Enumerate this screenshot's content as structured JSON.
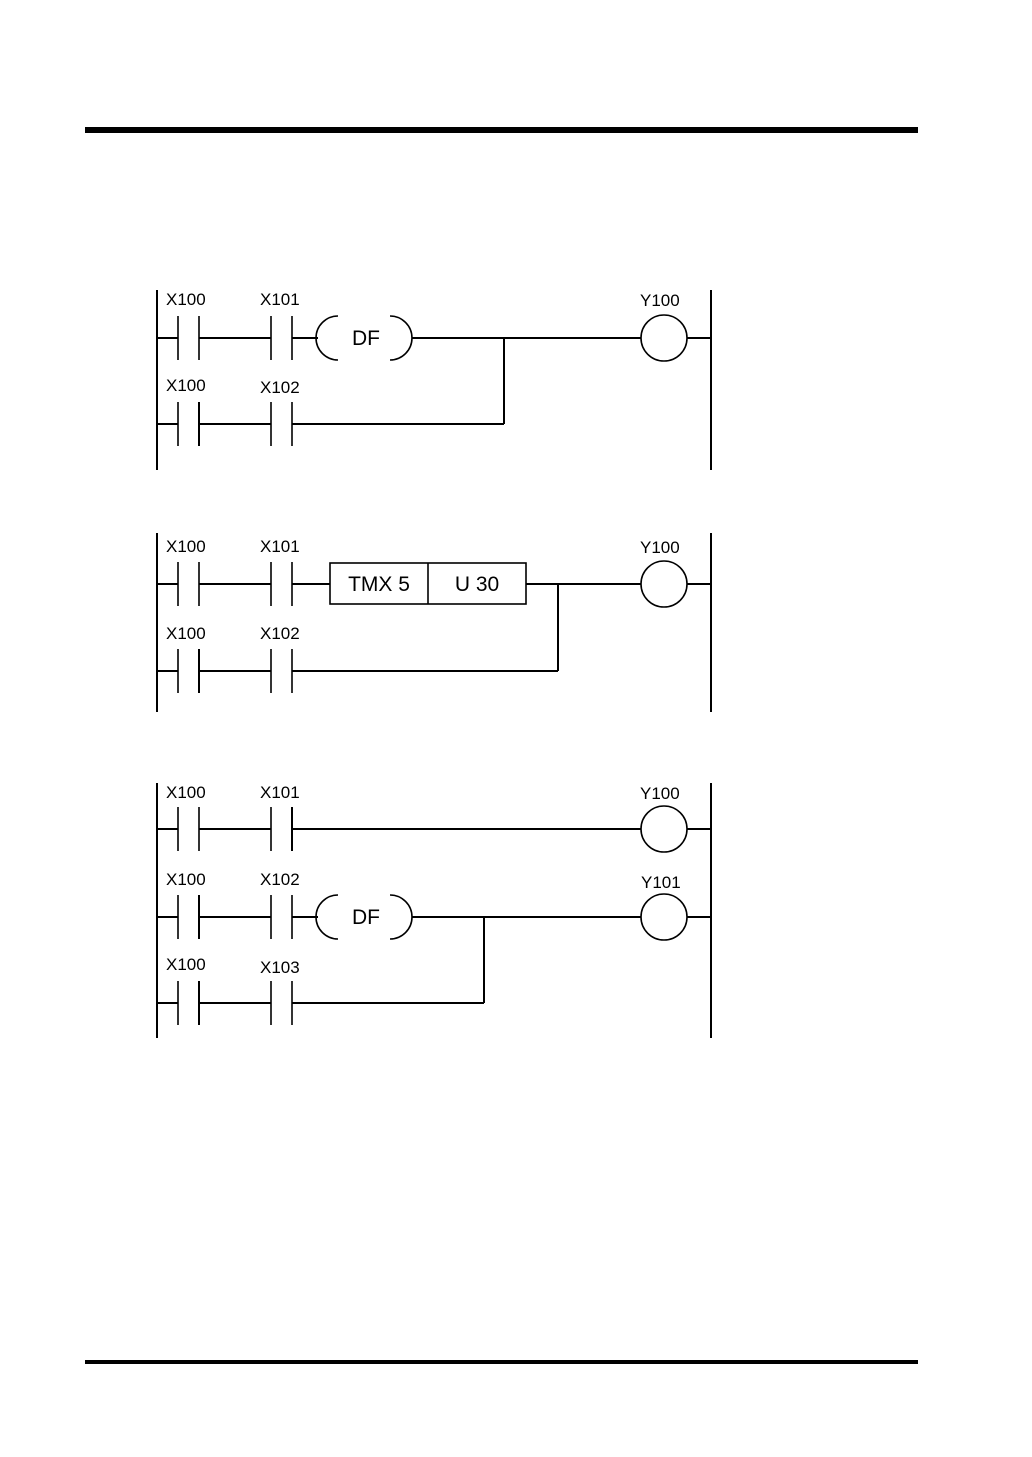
{
  "page": {
    "top_rule": true,
    "bottom_rule": true
  },
  "diagram1": {
    "r1": {
      "c1": "X100",
      "c2": "X101",
      "func": "DF",
      "coil": "Y100"
    },
    "r2": {
      "c1": "X100",
      "c2": "X102"
    }
  },
  "diagram2": {
    "r1": {
      "c1": "X100",
      "c2": "X101",
      "box_left": "TMX 5",
      "box_right": "U 30",
      "coil": "Y100"
    },
    "r2": {
      "c1": "X100",
      "c2": "X102"
    }
  },
  "diagram3": {
    "r1": {
      "c1": "X100",
      "c2": "X101",
      "coil": "Y100"
    },
    "r2": {
      "c1": "X100",
      "c2": "X102",
      "func": "DF",
      "coil": "Y101"
    },
    "r3": {
      "c1": "X100",
      "c2": "X103"
    }
  }
}
